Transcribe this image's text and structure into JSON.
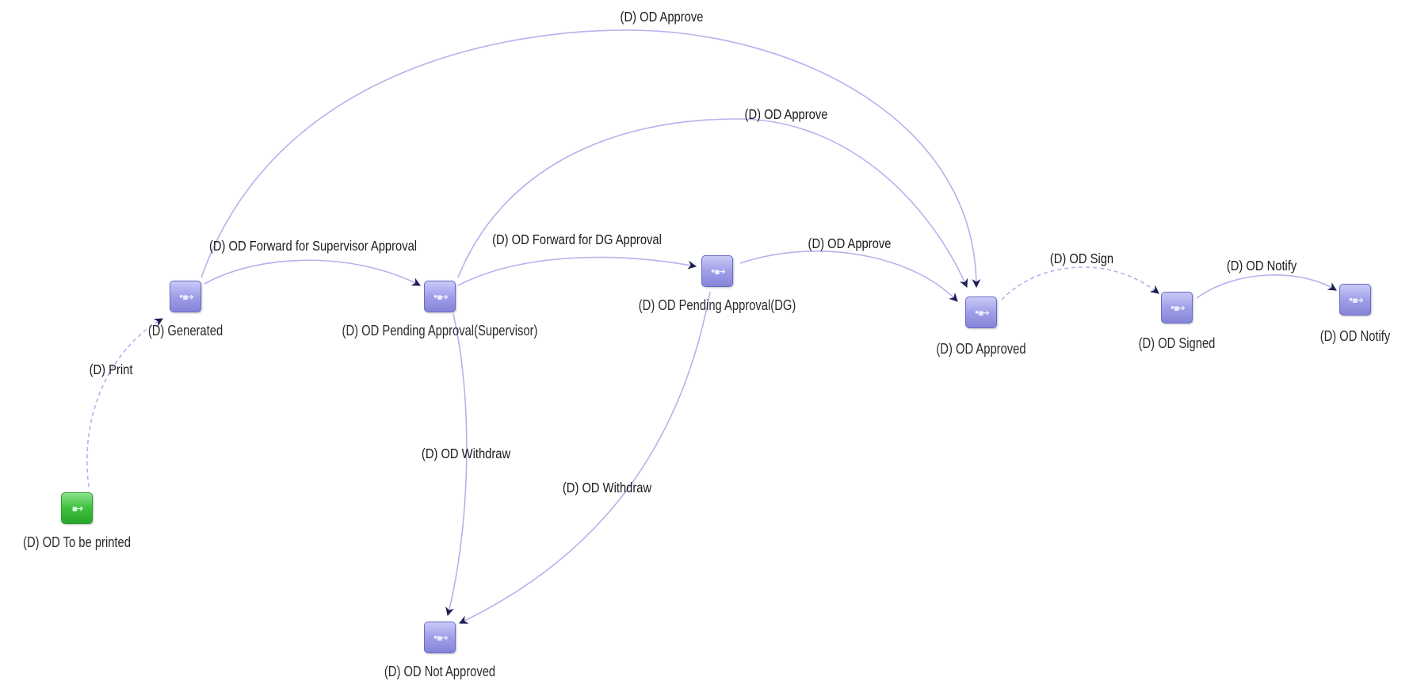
{
  "nodes": {
    "generated": {
      "label": "(D) Generated",
      "icon": "workflow-state-icon"
    },
    "pending_supervisor": {
      "label": "(D) OD Pending Approval(Supervisor)",
      "icon": "workflow-state-icon"
    },
    "pending_dg": {
      "label": "(D) OD Pending Approval(DG)",
      "icon": "workflow-state-icon"
    },
    "approved": {
      "label": "(D) OD Approved",
      "icon": "workflow-state-icon"
    },
    "signed": {
      "label": "(D) OD Signed",
      "icon": "workflow-state-icon"
    },
    "notify": {
      "label": "(D) OD Notify",
      "icon": "workflow-state-icon"
    },
    "to_be_printed": {
      "label": "(D) OD To be printed",
      "icon": "start-state-icon"
    },
    "not_approved": {
      "label": "(D) OD Not Approved",
      "icon": "workflow-state-icon"
    }
  },
  "edges": {
    "print": {
      "label": "(D) Print"
    },
    "forward_supervisor": {
      "label": "(D) OD  Forward for Supervisor Approval"
    },
    "forward_dg": {
      "label": "(D) OD  Forward for DG Approval"
    },
    "approve_generated": {
      "label": "(D) OD Approve"
    },
    "approve_supervisor": {
      "label": "(D) OD Approve"
    },
    "approve_dg": {
      "label": "(D) OD Approve"
    },
    "sign": {
      "label": "(D) OD Sign"
    },
    "notify": {
      "label": "(D) OD Notify"
    },
    "withdraw_supervisor": {
      "label": "(D) OD Withdraw"
    },
    "withdraw_dg": {
      "label": "(D) OD Withdraw"
    }
  },
  "colors": {
    "edge": "#b3b3ee",
    "arrowhead": "#1f1f55",
    "state_node": "#9f9fe8",
    "start_node": "#3dc03d"
  }
}
